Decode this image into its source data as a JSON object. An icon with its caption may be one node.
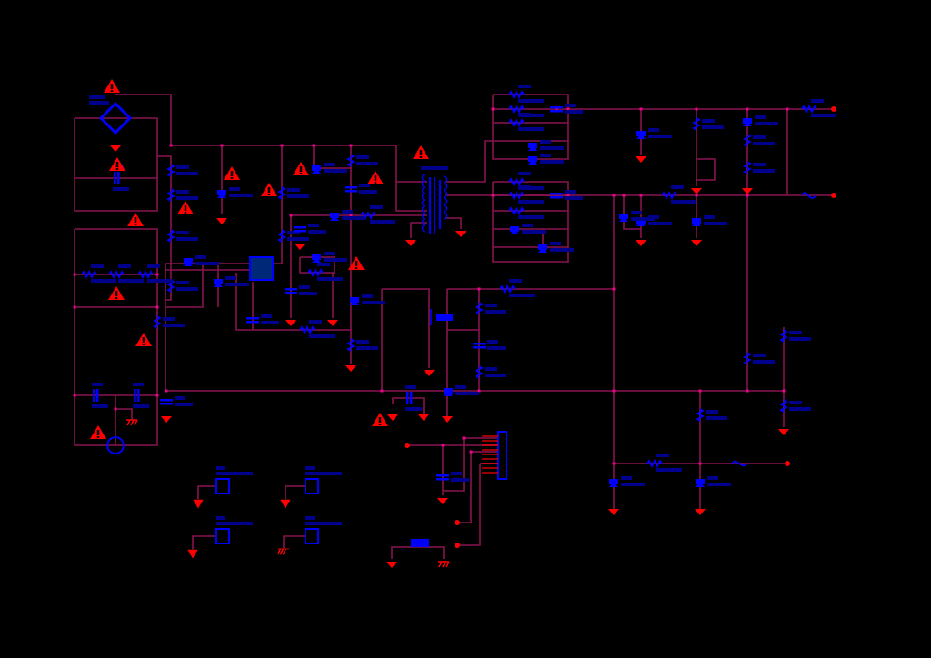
{
  "diagram": {
    "nodes": [
      {
        "text": [],
        "shape": "box"
      },
      {
        "text": [],
        "shape": "box"
      },
      {
        "text": [],
        "shape": "box"
      },
      {
        "text": [],
        "shape": "box"
      },
      {
        "text": [],
        "shape": "ground"
      },
      {
        "text": [],
        "shape": "ground"
      },
      {
        "text": [],
        "shape": "ground"
      },
      {
        "text": [],
        "shape": "earth"
      }
    ],
    "edges": [
      {
        "from": 4,
        "to": 0,
        "arrow": "none"
      },
      {
        "from": 5,
        "to": 1,
        "arrow": "none"
      },
      {
        "from": 6,
        "to": 2,
        "arrow": "none"
      },
      {
        "from": 7,
        "to": 3,
        "arrow": "none"
      }
    ]
  }
}
